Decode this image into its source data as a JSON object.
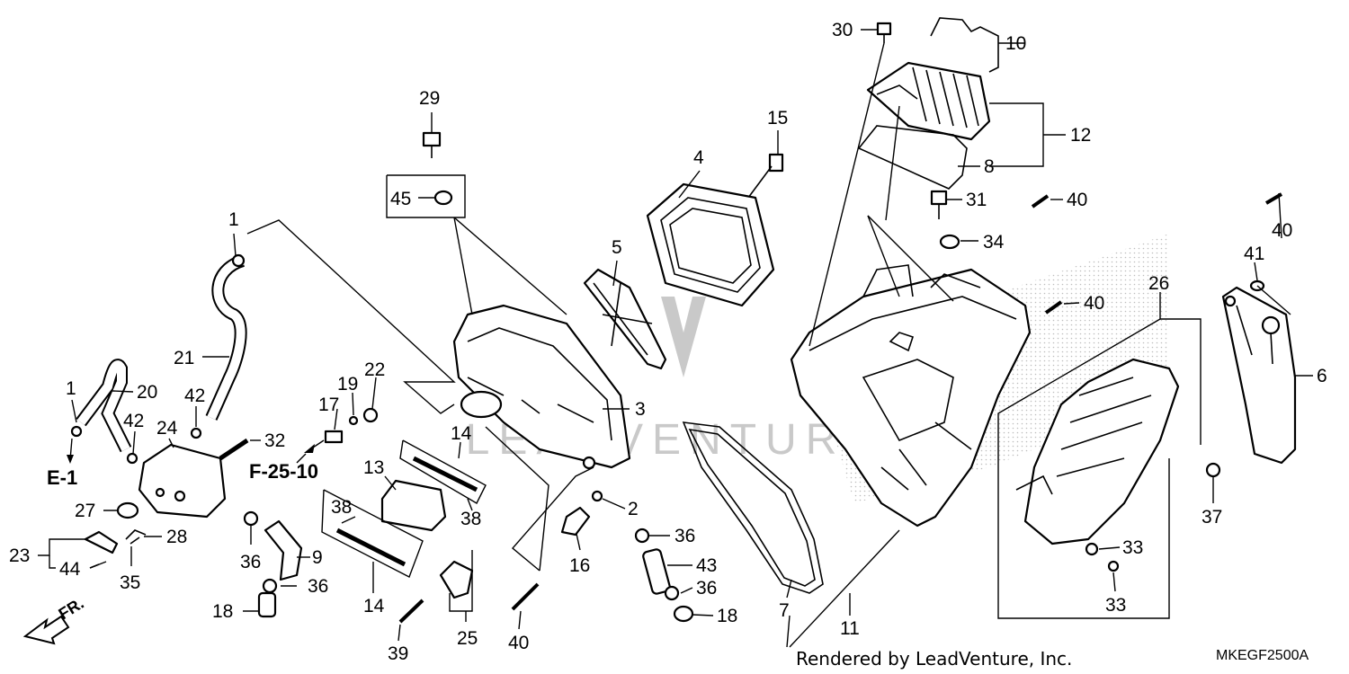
{
  "diagram": {
    "labels": [
      "1",
      "2",
      "3",
      "4",
      "5",
      "6",
      "7",
      "8",
      "9",
      "10",
      "11",
      "12",
      "13",
      "14",
      "15",
      "16",
      "17",
      "18",
      "19",
      "20",
      "21",
      "22",
      "23",
      "24",
      "25",
      "26",
      "27",
      "28",
      "29",
      "30",
      "31",
      "32",
      "33",
      "34",
      "35",
      "36",
      "37",
      "38",
      "39",
      "40",
      "41",
      "42",
      "43",
      "44",
      "45"
    ],
    "refs": [
      "E-1",
      "F-25-10"
    ],
    "front_marker": "FR.",
    "rendered_by": "Rendered by LeadVenture, Inc.",
    "drawing_code": "MKEGF2500A",
    "watermark": "LEADVENTURE"
  }
}
